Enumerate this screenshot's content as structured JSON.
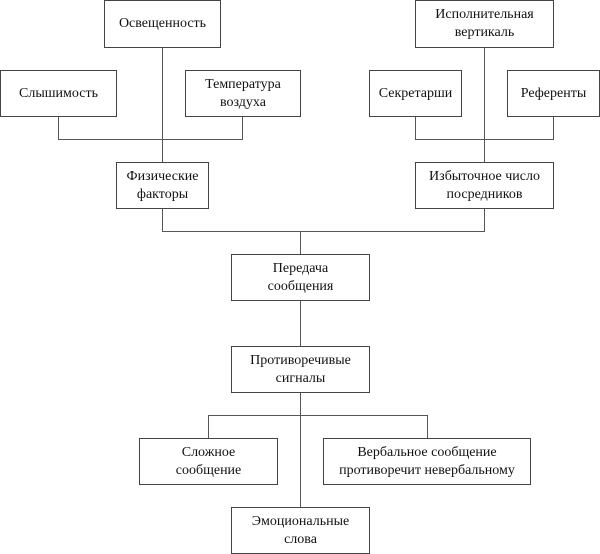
{
  "nodes": {
    "illumination": "Освещенность",
    "audibility": "Слышимость",
    "air_temperature": [
      "Температура",
      "воздуха"
    ],
    "executive_vertical": [
      "Исполнительная",
      "вертикаль"
    ],
    "secretaries": "Секретарши",
    "referents": "Референты",
    "physical_factors": [
      "Физические",
      "факторы"
    ],
    "excess_intermediaries": [
      "Избыточное число",
      "посредников"
    ],
    "message_transfer": [
      "Передача",
      "сообщения"
    ],
    "contradictory_signals": [
      "Противоречивые",
      "сигналы"
    ],
    "complex_message": [
      "Сложное",
      "сообщение"
    ],
    "verbal_contradicts": [
      "Вербальное сообщение",
      "противоречит невербальному"
    ],
    "emotional_words": [
      "Эмоциональные",
      "слова"
    ]
  }
}
